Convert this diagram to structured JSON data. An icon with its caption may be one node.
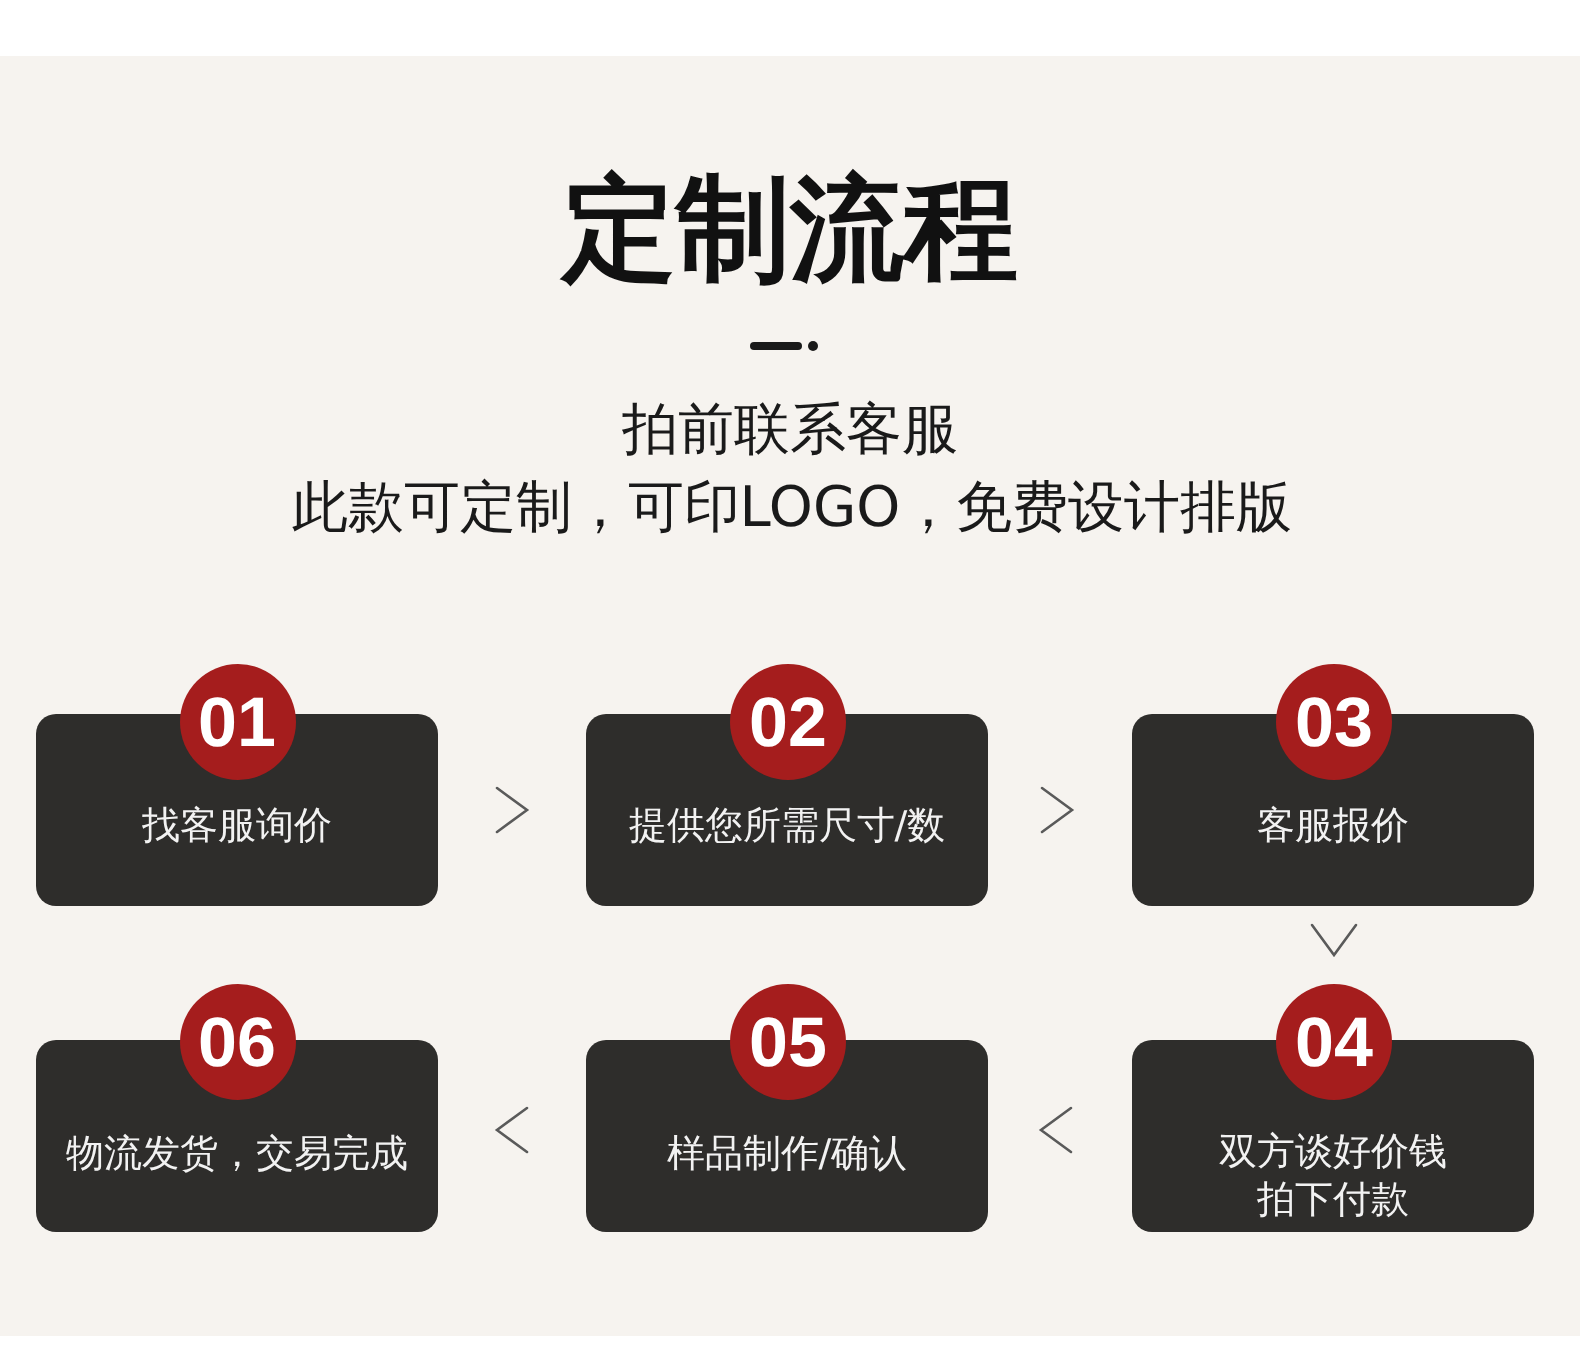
{
  "diagram": {
    "title": "定制流程",
    "nodes": [
      {
        "text": [
          "01"
        ]
      },
      {
        "text": [
          "找客服询价"
        ]
      },
      {
        "text": [
          "02"
        ]
      },
      {
        "text": [
          "提供您所需尺寸/数"
        ]
      },
      {
        "text": [
          "03"
        ]
      },
      {
        "text": [
          "客服报价"
        ]
      },
      {
        "text": [
          "04"
        ]
      },
      {
        "text": [
          "双方谈好价钱拍下付款"
        ]
      },
      {
        "text": [
          "05"
        ]
      },
      {
        "text": [
          "样品制作/确认"
        ]
      },
      {
        "text": [
          "06"
        ]
      },
      {
        "text": [
          "物流发货，交易完成"
        ]
      }
    ],
    "edges": [
      {
        "from": 1,
        "to": 3,
        "arrow": "to"
      },
      {
        "from": 3,
        "to": 5,
        "arrow": "to"
      },
      {
        "from": 5,
        "to": 7,
        "arrow": "to"
      },
      {
        "from": 7,
        "to": 9,
        "arrow": "to"
      },
      {
        "from": 9,
        "to": 11,
        "arrow": "to"
      }
    ],
    "labels": [
      "拍前联系客服",
      "此款可定制，可印LOGO，免费设计排版"
    ]
  }
}
